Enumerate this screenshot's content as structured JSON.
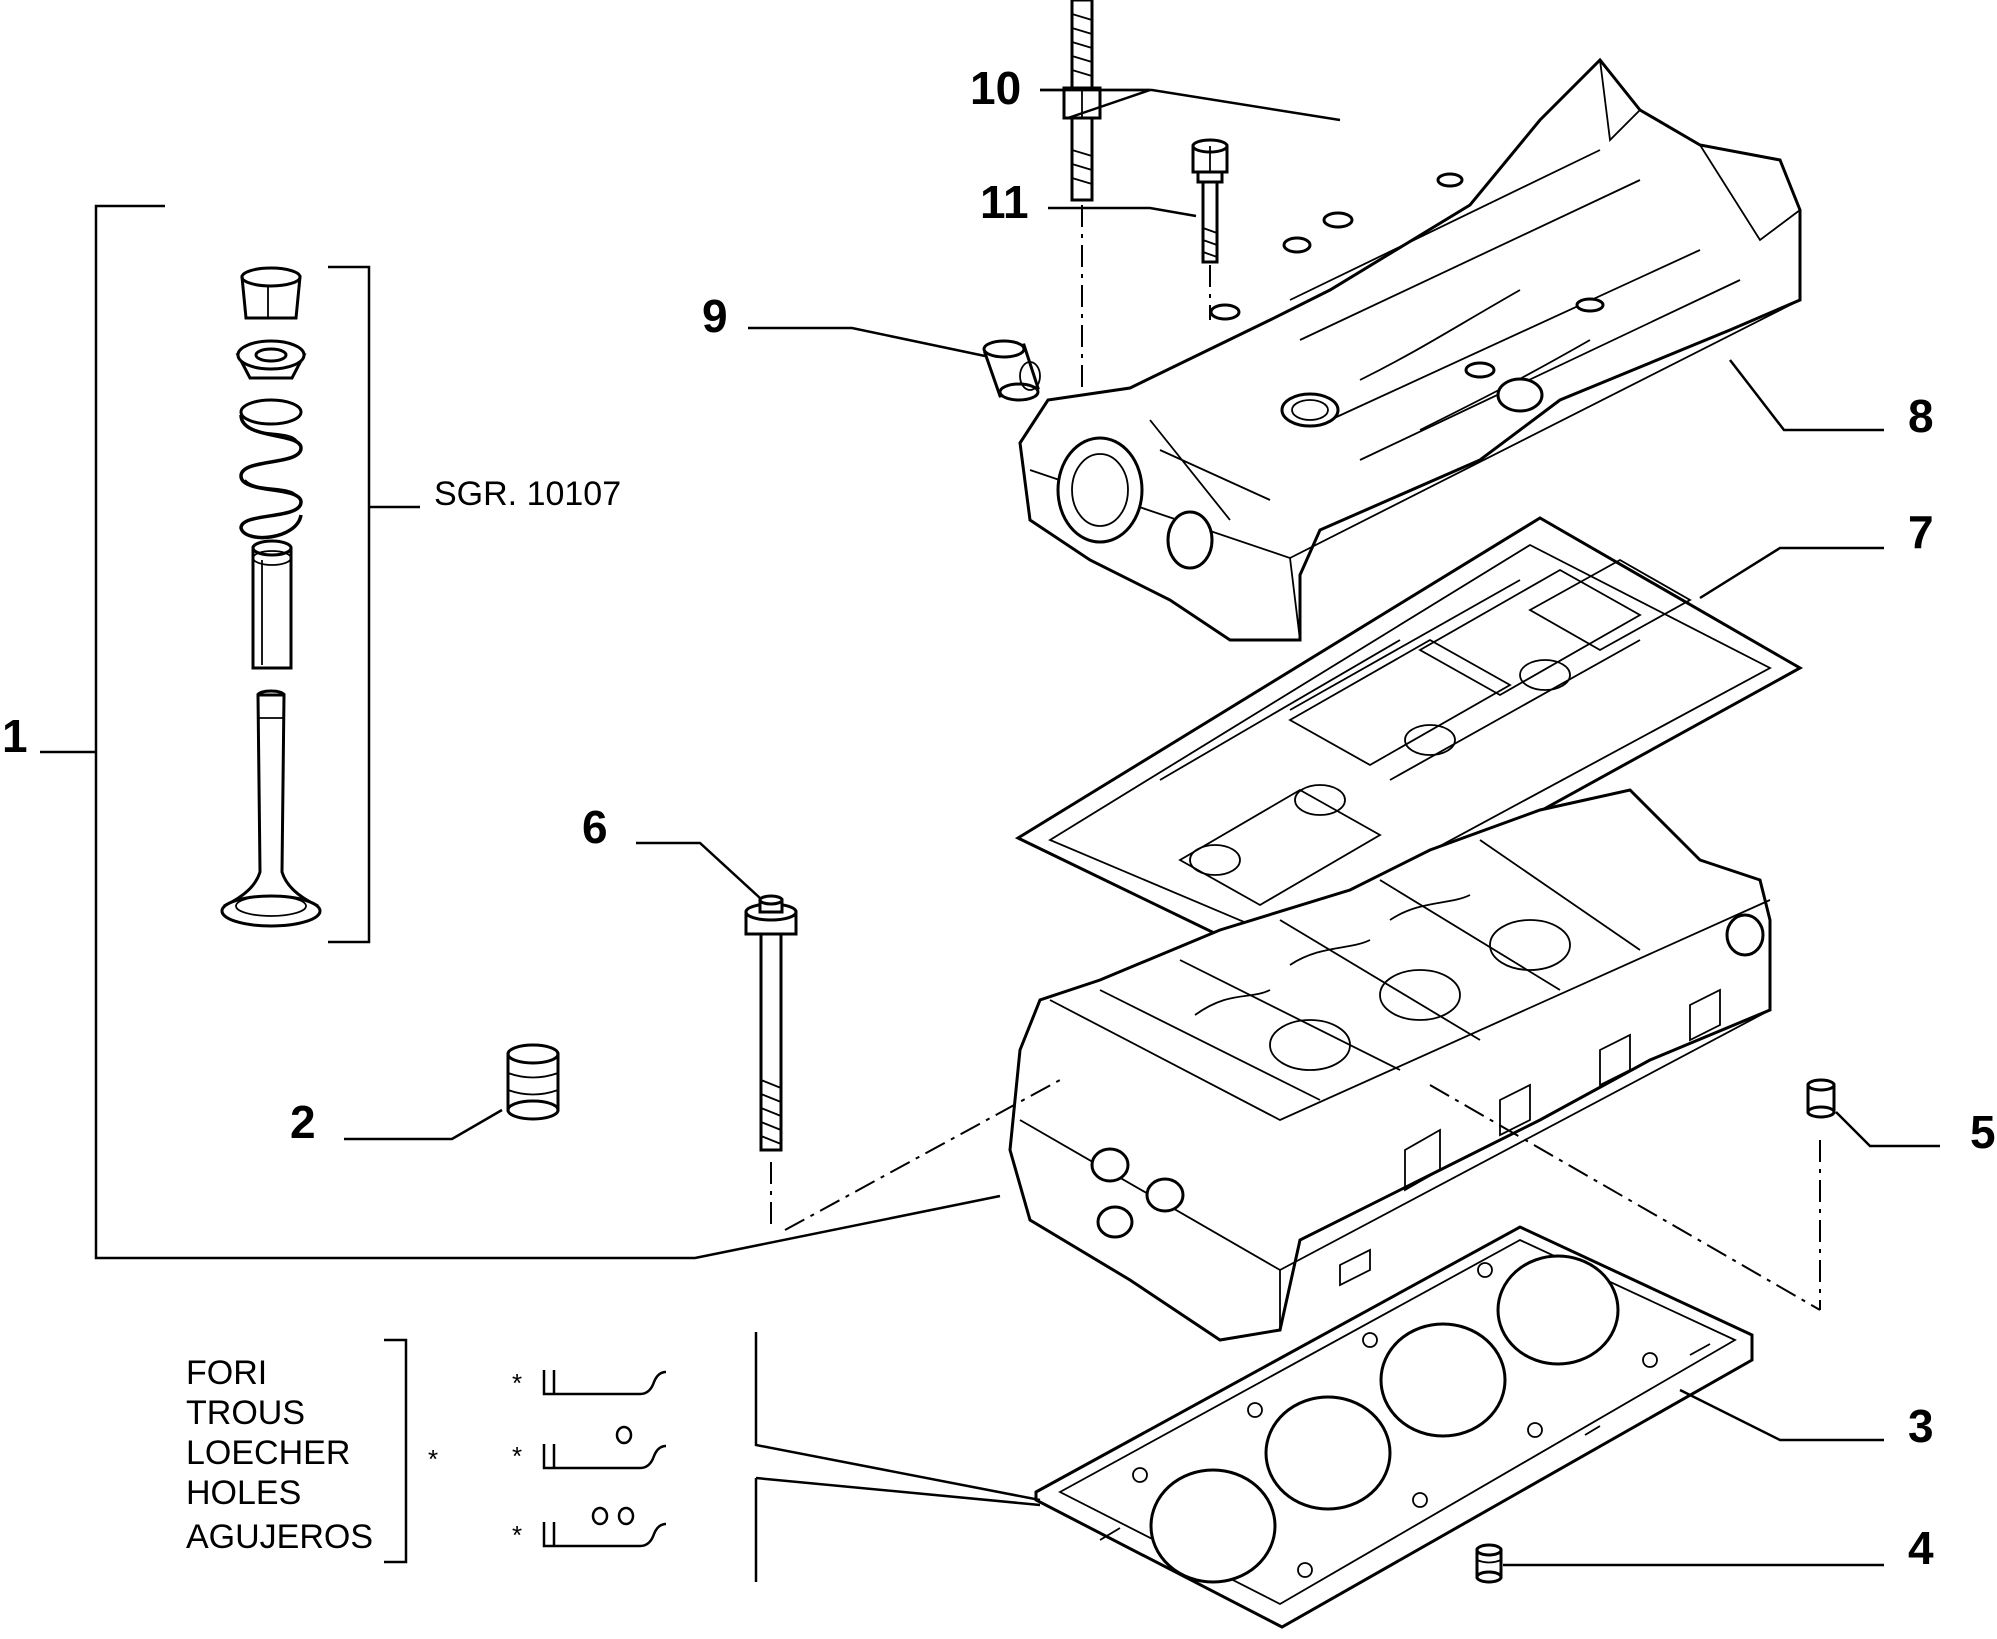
{
  "callouts": [
    "1",
    "2",
    "3",
    "4",
    "5",
    "6",
    "7",
    "8",
    "9",
    "10",
    "11"
  ],
  "sgr_reference": "SGR. 10107",
  "holes_legend": {
    "words": [
      "FORI",
      "TROUS",
      "LOECHER",
      "HOLES",
      "AGUJEROS"
    ],
    "marker": "*",
    "row_markers": [
      "*",
      "*",
      "*"
    ]
  }
}
